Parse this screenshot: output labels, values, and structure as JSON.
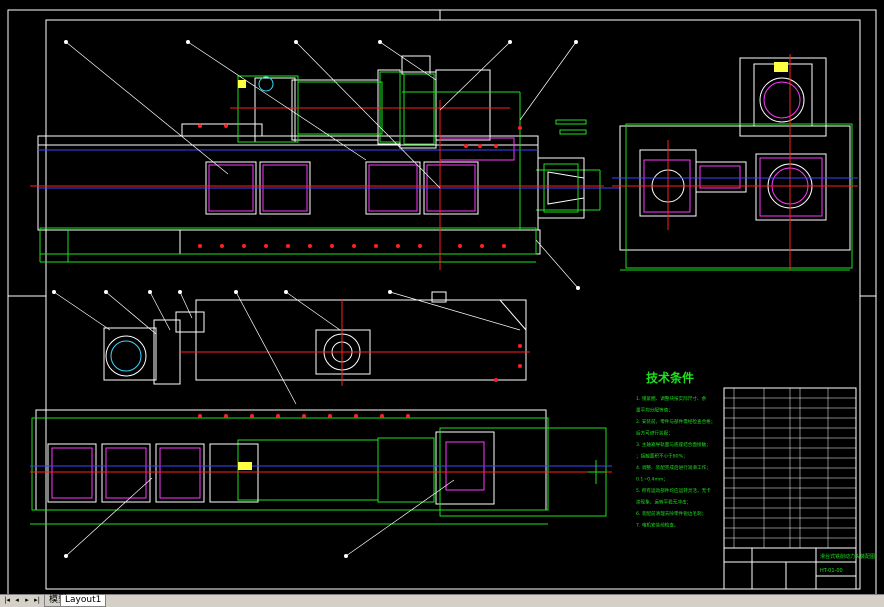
{
  "drawing": {
    "tech_title": "技术条件",
    "tech_notes": [
      "1. 锁紧圈、调整块按实际尺寸、余",
      "   量平均分配等值；",
      "2. 安装前，零件与部件需经检查合格；",
      "   后方可进行装配；",
      "3. 主轴箱导轨面与底座结合面接触；",
      "   ；接触面积不小于80%；",
      "4. 调整、装配完成后进行润滑工作；",
      "   0.1~0.4mm；",
      "5. 所有运动部件均应运转灵活，无卡",
      "   滞现象，运转平稳无冲击；",
      "6. 装配前清理去除零件锐边毛刺；",
      "7. 电机安装前检查。"
    ],
    "title_block": {
      "drawing_name": "滑台式铣削动力头装配图",
      "drawing_code": "HT-01-00"
    },
    "colors": {
      "outline": "#ffffff",
      "blue": "#3a48ff",
      "green": "#1ee01e",
      "magenta": "#ff38ff",
      "red": "#ff2020",
      "cyan": "#3ad8ff",
      "yellow": "#ffff40"
    }
  },
  "tabs": {
    "items": [
      "模型",
      "Layout1"
    ],
    "active": "Layout1"
  },
  "nav_icons": [
    "first-icon",
    "prev-icon",
    "next-icon",
    "last-icon"
  ]
}
